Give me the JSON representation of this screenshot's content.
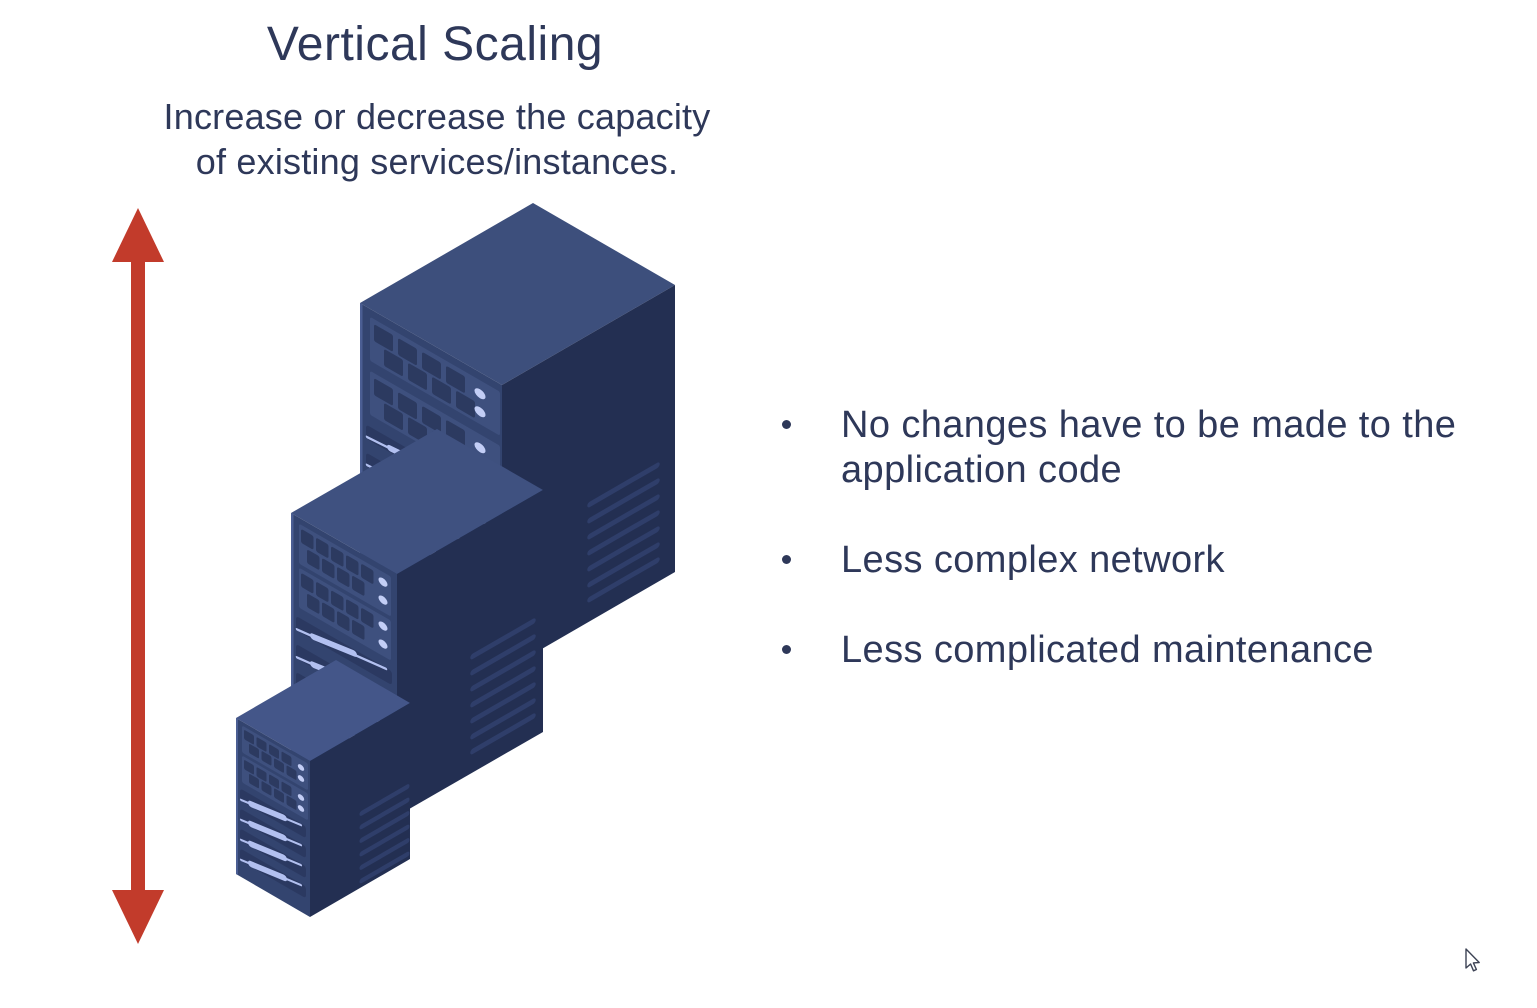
{
  "slide": {
    "title": "Vertical Scaling",
    "subtitle_lines": [
      "Increase or decrease the capacity",
      "of existing services/instances."
    ],
    "bullets": [
      "No changes have to be made to the application code",
      "Less complex network",
      "Less complicated maintenance"
    ]
  },
  "illustration": {
    "name": "isometric-server-stack",
    "servers": [
      "small",
      "medium",
      "large"
    ],
    "arrow": {
      "name": "vertical-double-arrow",
      "direction": "up-down"
    }
  },
  "cursor": {
    "name": "mouse-pointer"
  },
  "palette": {
    "bg": "#ffffff",
    "text": "#2e3859",
    "arrow-red": "#c23b2b",
    "top-large": "#3d4f7c",
    "top-medium": "#3f5180",
    "top-small": "#445689",
    "front": "#33446f",
    "right": "#232f52",
    "band": "#3e507e",
    "cell": "#2c3a60",
    "slot": "#2b3961",
    "vent": "#2f3e6a",
    "led": "#c3cef6",
    "streak": "#b2c0f0",
    "edge-highlight": "#4b5e93",
    "cursor-outline": "#3c4254"
  }
}
